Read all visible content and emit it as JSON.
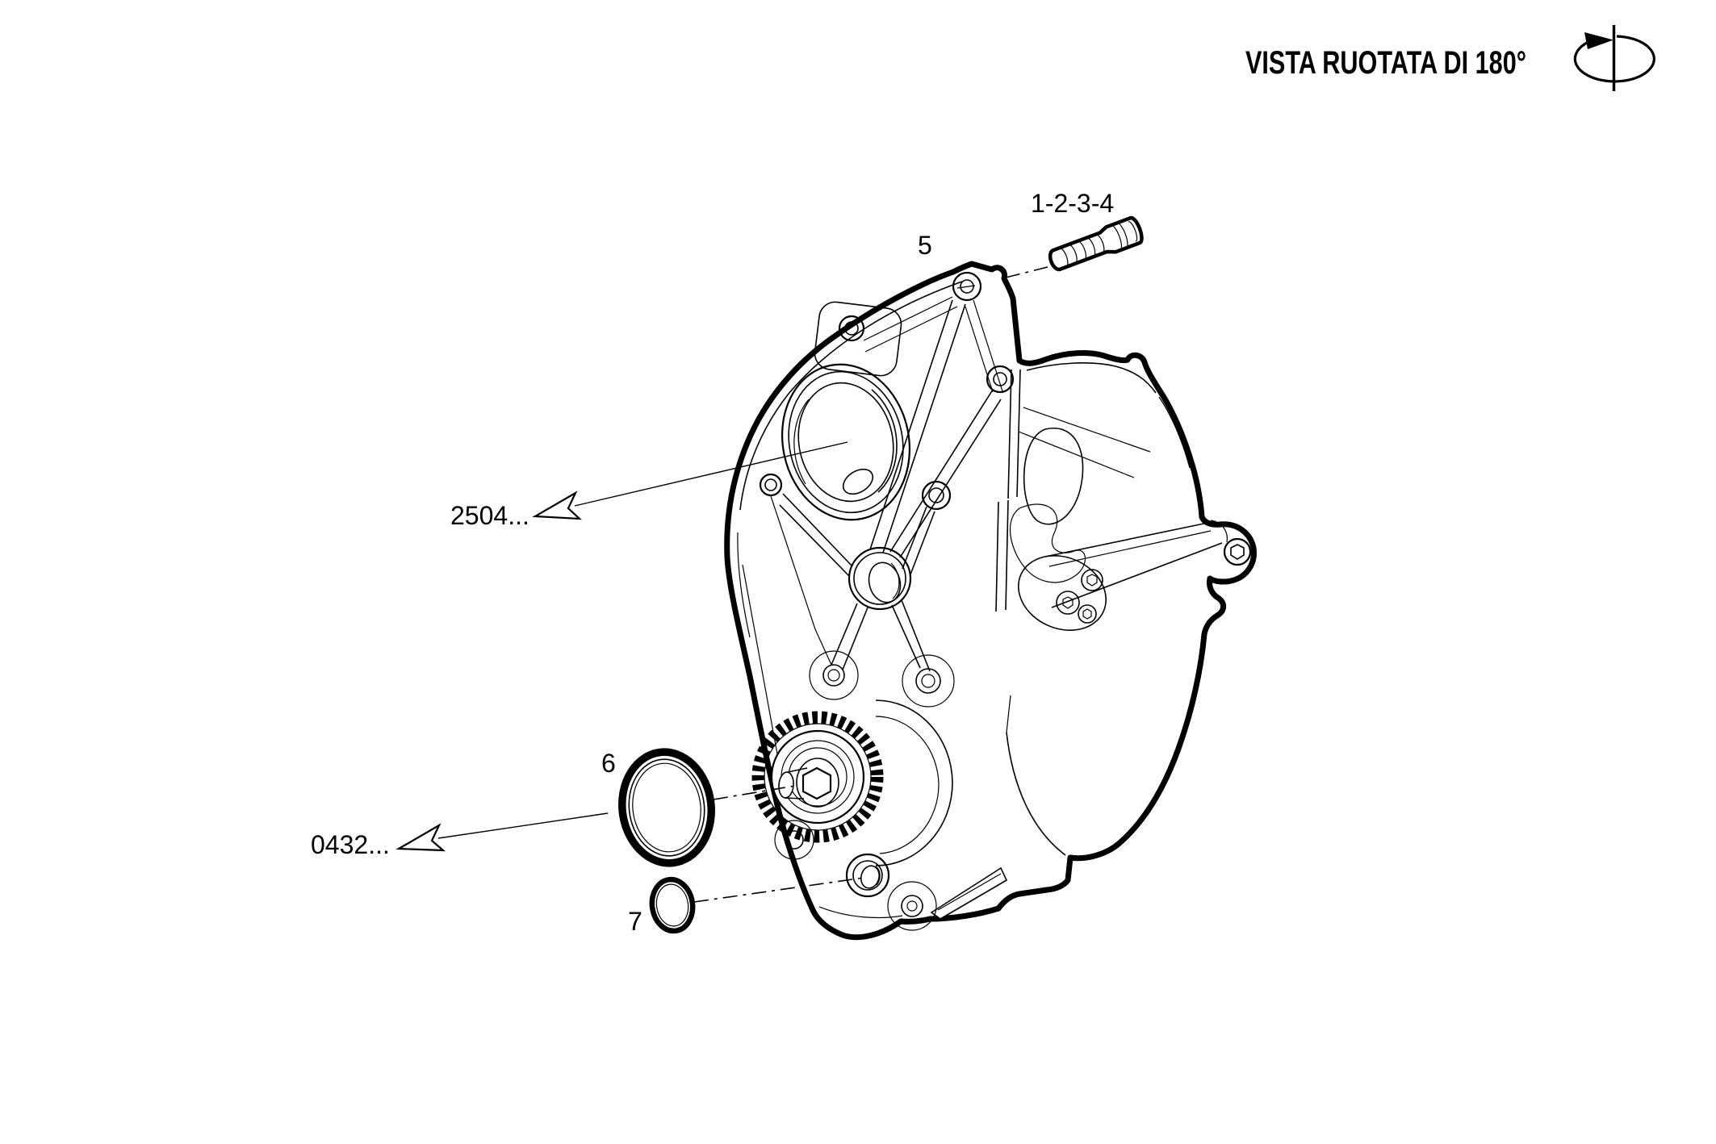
{
  "page": {
    "background": "#ffffff",
    "line_color": "#000000"
  },
  "view_note": {
    "title": "VISTA RUOTATA DI 180°",
    "icon": "rotation-180-icon"
  },
  "parts": {
    "bolt_set_label": "1-2-3-4",
    "cover_label": "5",
    "upper_ref_label": "2504...",
    "large_oring_label": "6",
    "lower_ref_label": "0432...",
    "small_oring_label": "7"
  }
}
